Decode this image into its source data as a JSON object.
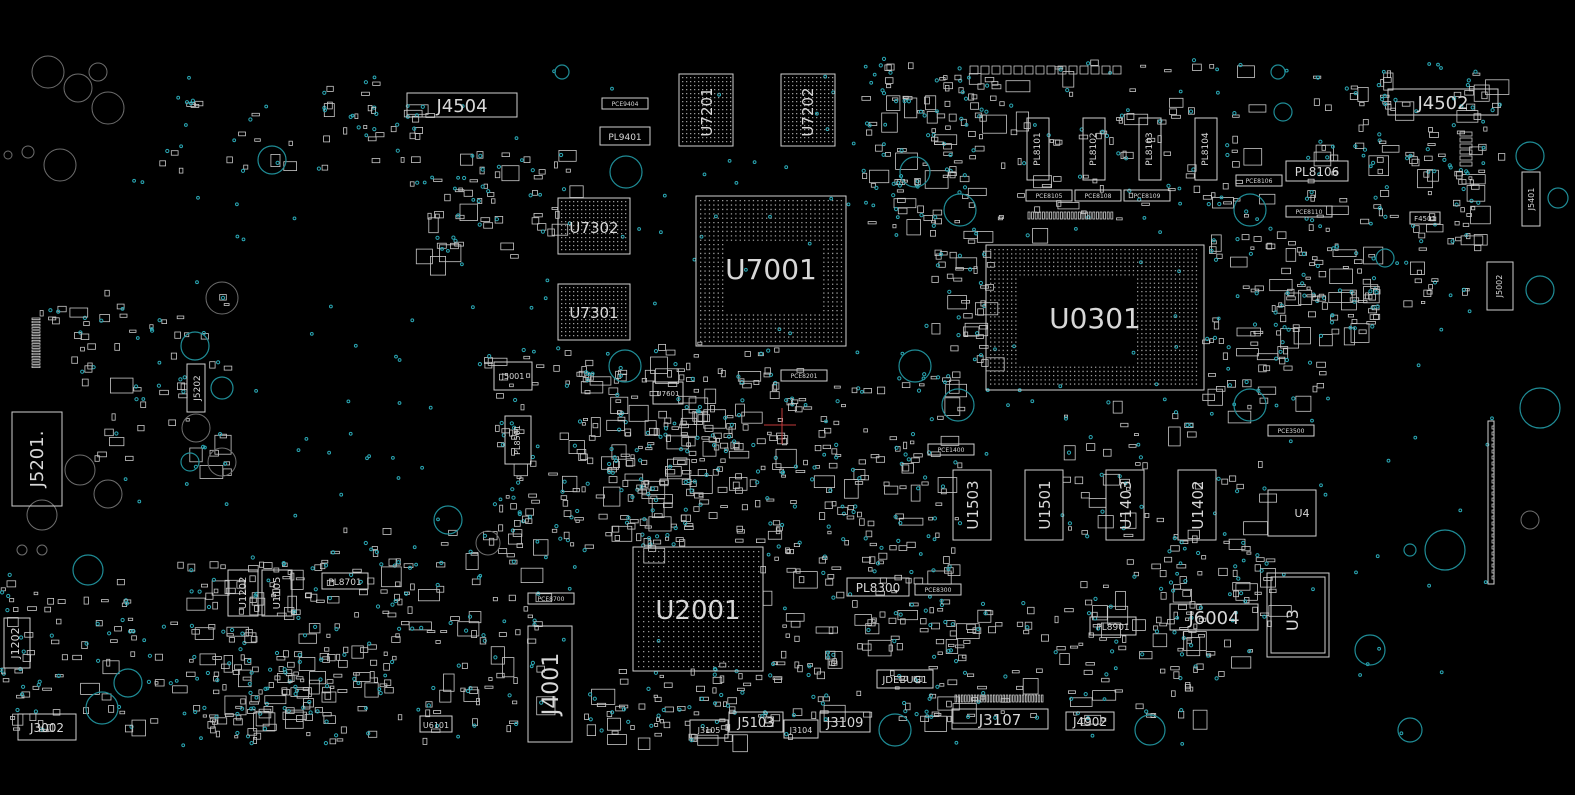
{
  "board": {
    "background": "#000000",
    "silk_color": "#d8d8d8",
    "via_color": "#2aa7b4",
    "marker_color": "#c23a3a"
  },
  "components": {
    "u0301": "U0301",
    "u7001": "U7001",
    "u2001": "U2001",
    "u7302": "U7302",
    "u7301": "U7301",
    "u7201": "U7201",
    "u7202": "U7202",
    "u1503": "U1503",
    "u1501": "U1501",
    "u1403": "U1403",
    "u1402": "U1402",
    "u1202": "U1202",
    "u1105": "U1105",
    "u6101": "U6101",
    "j4504": "J4504",
    "j4502": "J4502",
    "j4001": "J4001",
    "j5201": "J5201.",
    "j5202": "J5202",
    "j6004": "J6004",
    "j3107": "J3107",
    "j3109": "J3109",
    "j5103": "J5103",
    "j4902": "J4902",
    "j3105": "J3105",
    "j3104": "J3104",
    "j5001": "J5001",
    "j5002": "J5002",
    "j5401": "J5401",
    "j3002": "J3002",
    "j1202": "J1202",
    "jdebug1": "JDEBUG1",
    "pl8300": "PL8300",
    "pl8106": "PL8106",
    "pl8701": "PL8701",
    "pl9401": "PL9401",
    "pl8901": "PL8901",
    "pl8101": "PL8101",
    "pl8102": "PL8102",
    "pl8103": "PL8103",
    "pl8104": "PL8104",
    "pce9404": "PCE9404",
    "pce8201": "PCE8201",
    "pce8300": "PCE8300",
    "pce8700": "PCE8700",
    "pce3500": "PCE3500",
    "pce1400": "PCE1400",
    "pce8106": "PCE8106",
    "pce8105": "PCE8105",
    "pce8108": "PCE8108",
    "pce8109": "PCE8109",
    "pce8110": "PCE8110",
    "pl8501": "PL8501",
    "u7601": "U7601",
    "f4501": "F4501",
    "u4": "U4",
    "u3": "U3"
  }
}
